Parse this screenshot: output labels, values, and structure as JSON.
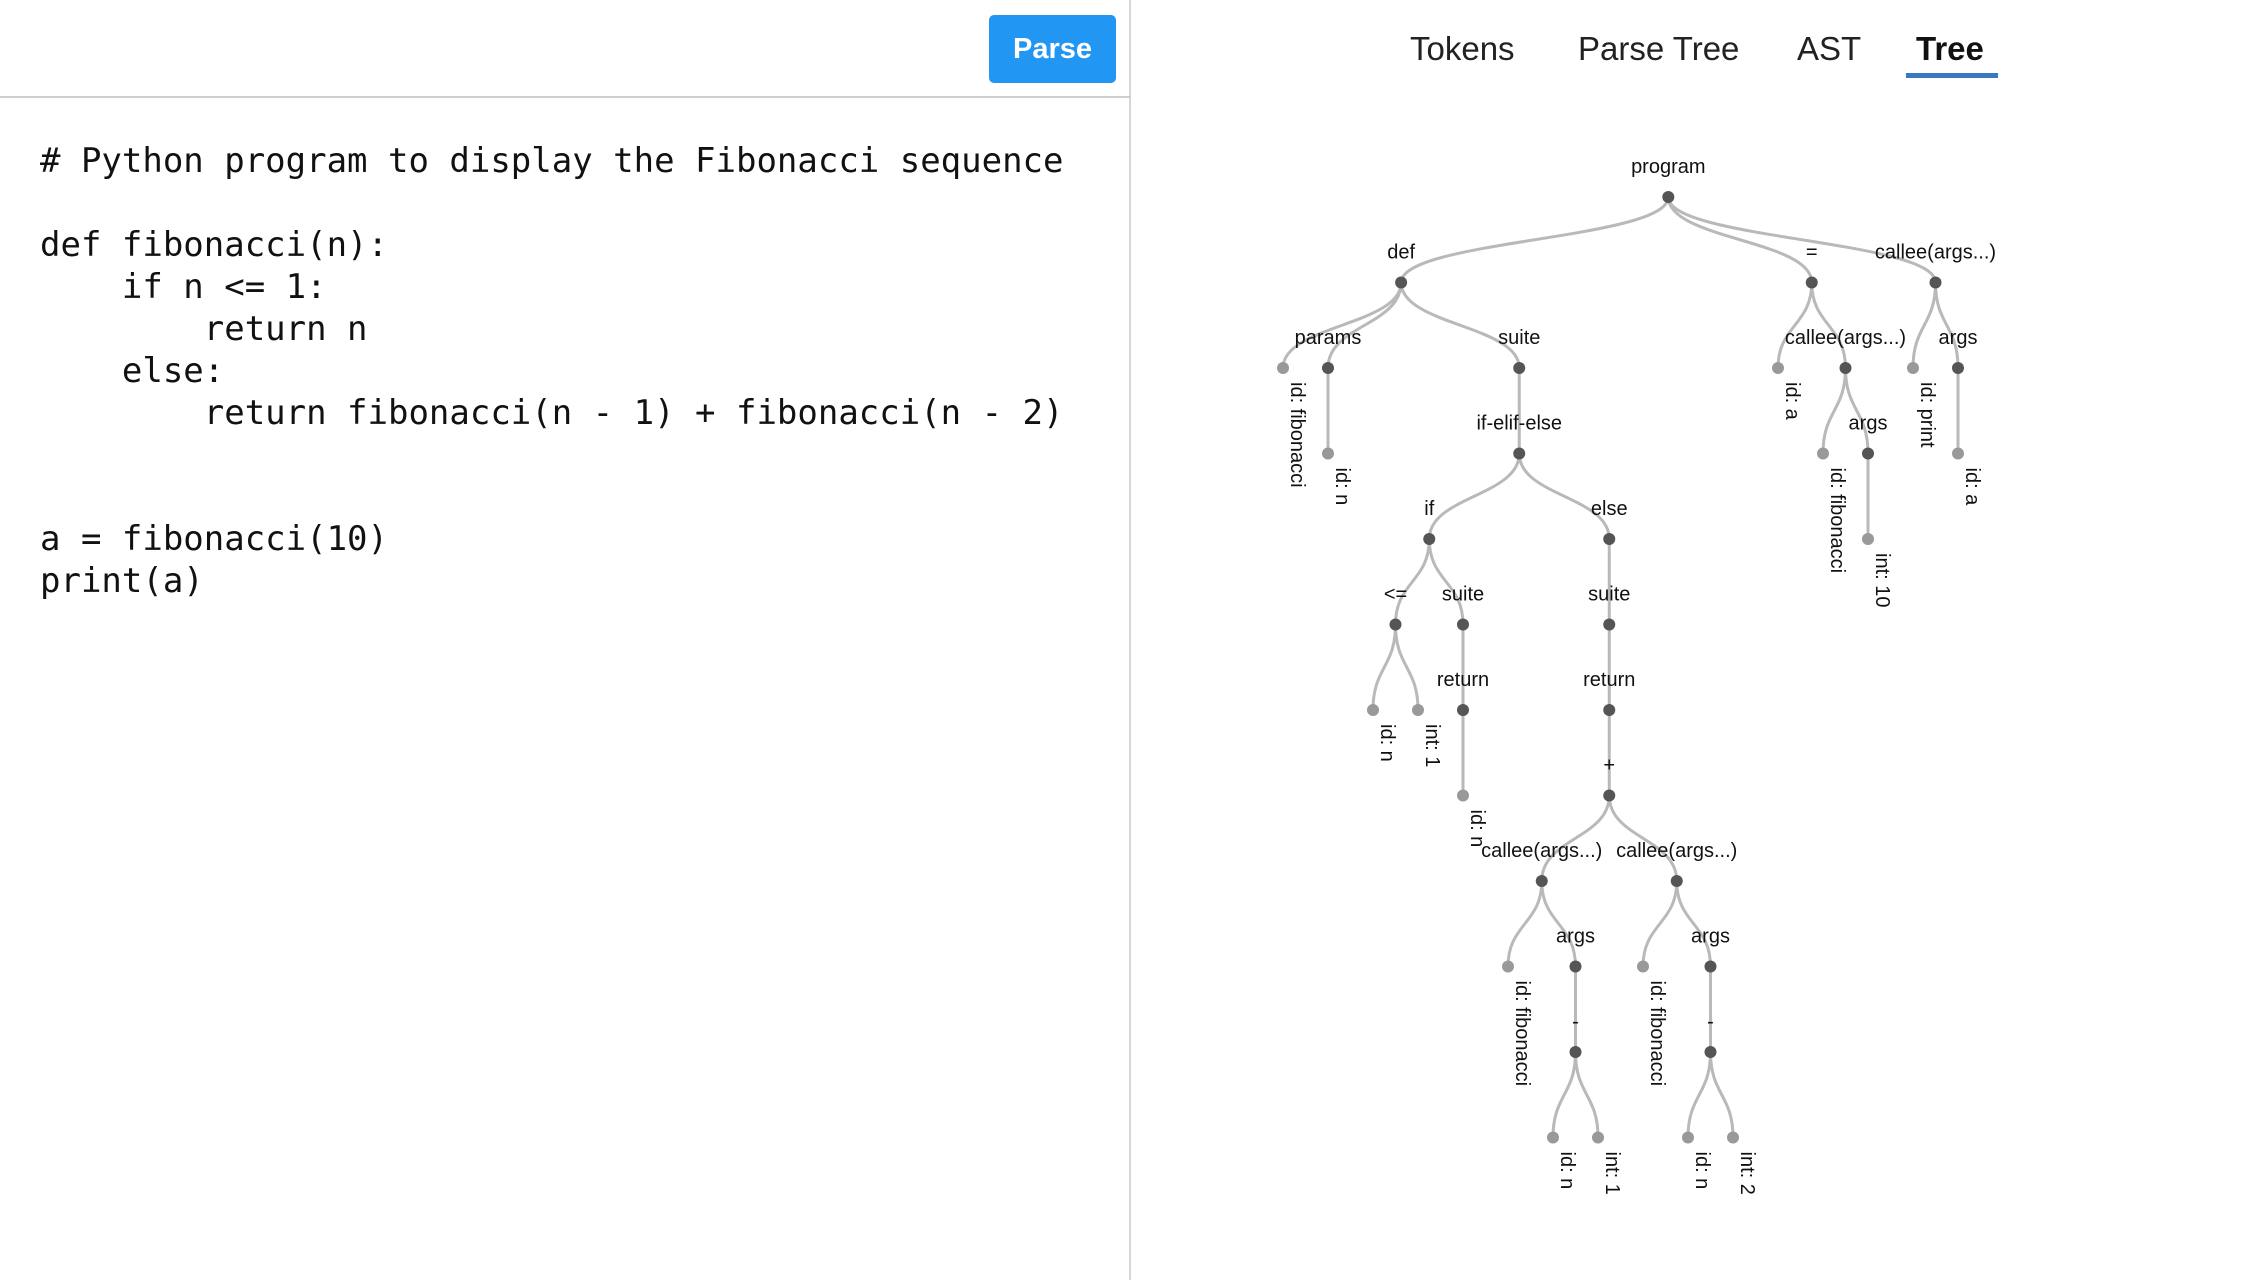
{
  "toolbar": {
    "parse_label": "Parse"
  },
  "editor": {
    "lines": [
      "# Python program to display the Fibonacci sequence",
      "",
      "def fibonacci(n):",
      "    if n <= 1:",
      "        return n",
      "    else:",
      "        return fibonacci(n - 1) + fibonacci(n - 2)",
      "",
      "",
      "a = fibonacci(10)",
      "print(a)"
    ]
  },
  "tabs": [
    {
      "label": "Tokens",
      "active": false
    },
    {
      "label": "Parse Tree",
      "active": false
    },
    {
      "label": "AST",
      "active": false
    },
    {
      "label": "Tree",
      "active": true
    }
  ],
  "colors": {
    "accent": "#2196f3",
    "tab_underline": "#3a78c4",
    "inner_node": "#555555",
    "leaf_node": "#999999",
    "edge": "#b9b9b9"
  },
  "tree": {
    "label": "program",
    "children": [
      {
        "label": "def",
        "children": [
          {
            "label": "id: fibonacci"
          },
          {
            "label": "params",
            "children": [
              {
                "label": "id: n"
              }
            ]
          },
          {
            "label": "suite",
            "children": [
              {
                "label": "if-elif-else",
                "children": [
                  {
                    "label": "if",
                    "children": [
                      {
                        "label": "<=",
                        "children": [
                          {
                            "label": "id: n"
                          },
                          {
                            "label": "int: 1"
                          }
                        ]
                      },
                      {
                        "label": "suite",
                        "children": [
                          {
                            "label": "return",
                            "children": [
                              {
                                "label": "id: n"
                              }
                            ]
                          }
                        ]
                      }
                    ]
                  },
                  {
                    "label": "else",
                    "children": [
                      {
                        "label": "suite",
                        "children": [
                          {
                            "label": "return",
                            "children": [
                              {
                                "label": "+",
                                "children": [
                                  {
                                    "label": "callee(args...)",
                                    "children": [
                                      {
                                        "label": "id: fibonacci"
                                      },
                                      {
                                        "label": "args",
                                        "children": [
                                          {
                                            "label": "-",
                                            "children": [
                                              {
                                                "label": "id: n"
                                              },
                                              {
                                                "label": "int: 1"
                                              }
                                            ]
                                          }
                                        ]
                                      }
                                    ]
                                  },
                                  {
                                    "label": "callee(args...)",
                                    "children": [
                                      {
                                        "label": "id: fibonacci"
                                      },
                                      {
                                        "label": "args",
                                        "children": [
                                          {
                                            "label": "-",
                                            "children": [
                                              {
                                                "label": "id: n"
                                              },
                                              {
                                                "label": "int: 2"
                                              }
                                            ]
                                          }
                                        ]
                                      }
                                    ]
                                  }
                                ]
                              }
                            ]
                          }
                        ]
                      }
                    ]
                  }
                ]
              }
            ]
          }
        ]
      },
      {
        "label": "=",
        "children": [
          {
            "label": "id: a"
          },
          {
            "label": "callee(args...)",
            "children": [
              {
                "label": "id: fibonacci"
              },
              {
                "label": "args",
                "children": [
                  {
                    "label": "int: 10"
                  }
                ]
              }
            ]
          }
        ]
      },
      {
        "label": "callee(args...)",
        "children": [
          {
            "label": "id: print"
          },
          {
            "label": "args",
            "children": [
              {
                "label": "id: a"
              }
            ]
          }
        ]
      }
    ]
  }
}
